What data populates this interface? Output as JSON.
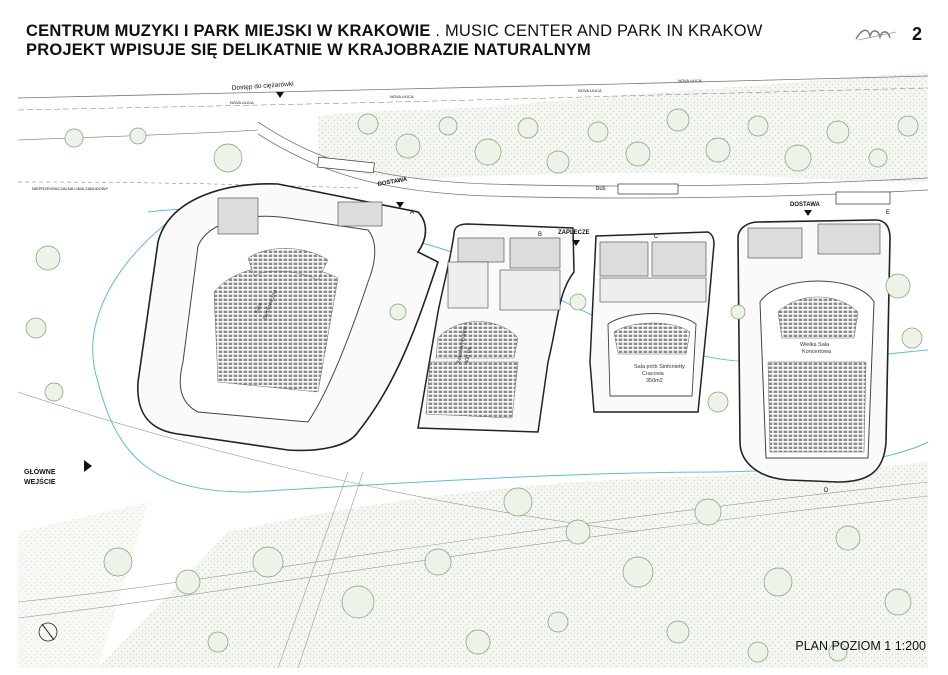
{
  "header": {
    "title_pl": "CENTRUM MUZYKI I PARK MIEJSKI W KRAKOWIE",
    "title_en": ". MUSIC CENTER AND PARK IN KRAKOW",
    "subtitle": "PROJEKT WPISUJE SIĘ DELIKATNIE W KRAJOBRAZIE NATURALNYM",
    "page_number": "2"
  },
  "plan": {
    "truck_access": "Dostęp do ciężarówki",
    "street_1": "NOVA ULICA",
    "street_2": "NOVA ULICA",
    "street_3": "NOVA ULICA",
    "street_4": "NOVA ULICA",
    "building_line": "NIEPRZEKRACZALNA LINIA ZABUDOWY",
    "bus": "bus",
    "delivery_1": "DOSTAWA",
    "delivery_2": "DOSTAWA",
    "backstage": "ZAPLECZE",
    "main_entrance_1": "GŁÓWNE",
    "main_entrance_2": "WEJŚCIE",
    "hall_chamber_1": "Sala kameralna",
    "hall_chamber_2": "400 os.",
    "hall_symphony_1": "Sala prób Sinfonietty",
    "hall_symphony_2": "Cracovia",
    "hall_symphony_3": "350m2",
    "hall_concert_1": "Wielka Sala",
    "hall_concert_2": "Koncertowa",
    "hall_large_1": "Sala",
    "hall_large_2": "Symfoniczna",
    "section_a": "A",
    "section_b": "B",
    "section_c": "C",
    "section_d": "D",
    "section_e": "E",
    "scale": "PLAN POZIOM 1   1:200"
  },
  "colors": {
    "tree": "#7e9e74",
    "tree_fill": "#edf3e8",
    "path": "#56c2cf",
    "line": "#444444",
    "grass": "#eef2ea"
  }
}
